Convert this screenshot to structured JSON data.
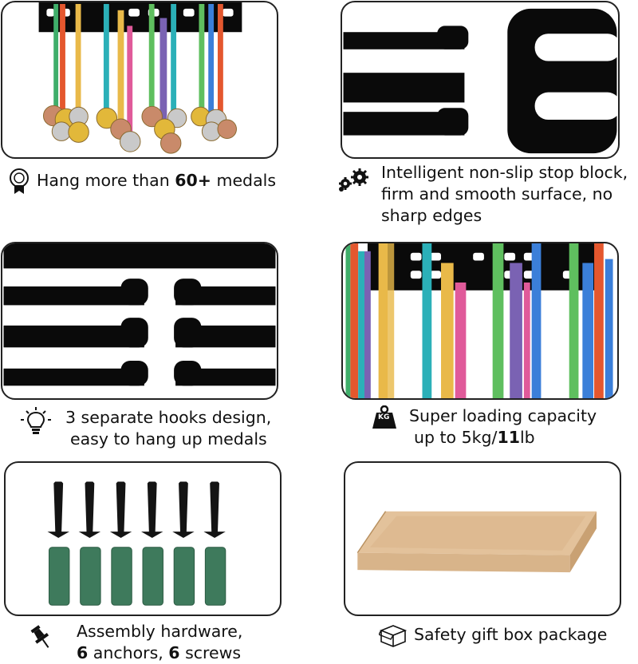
{
  "features": [
    {
      "id": "medals",
      "icon": "award-icon",
      "text_before": "Hang more than ",
      "text_bold": "60+",
      "text_after": " medals"
    },
    {
      "id": "stopblock",
      "icon": "gears-icon",
      "lines": [
        "Intelligent non-slip stop block,",
        "firm and smooth surface, no",
        "sharp edges"
      ]
    },
    {
      "id": "hooks",
      "icon": "lightbulb-icon",
      "lines": [
        "3 separate hooks design,",
        "easy to hang up medals"
      ]
    },
    {
      "id": "loading",
      "icon": "weight-icon",
      "icon_label": "KG",
      "line1": "Super loading capacity",
      "line2_before": "up to 5kg/",
      "line2_bold": "11",
      "line2_after": "lb"
    },
    {
      "id": "hardware",
      "icon": "pushpin-icon",
      "line1": "Assembly hardware,",
      "line2_b1": "6",
      "line2_t1": " anchors, ",
      "line2_b2": "6",
      "line2_t2": " screws"
    },
    {
      "id": "giftbox",
      "icon": "box-icon",
      "text": "Safety gift box package"
    }
  ],
  "colors": {
    "text": "#111111",
    "border": "#222222",
    "rack": "#0a0a0a",
    "box": "#d8b48a",
    "anchor": "#3e7a5c"
  }
}
